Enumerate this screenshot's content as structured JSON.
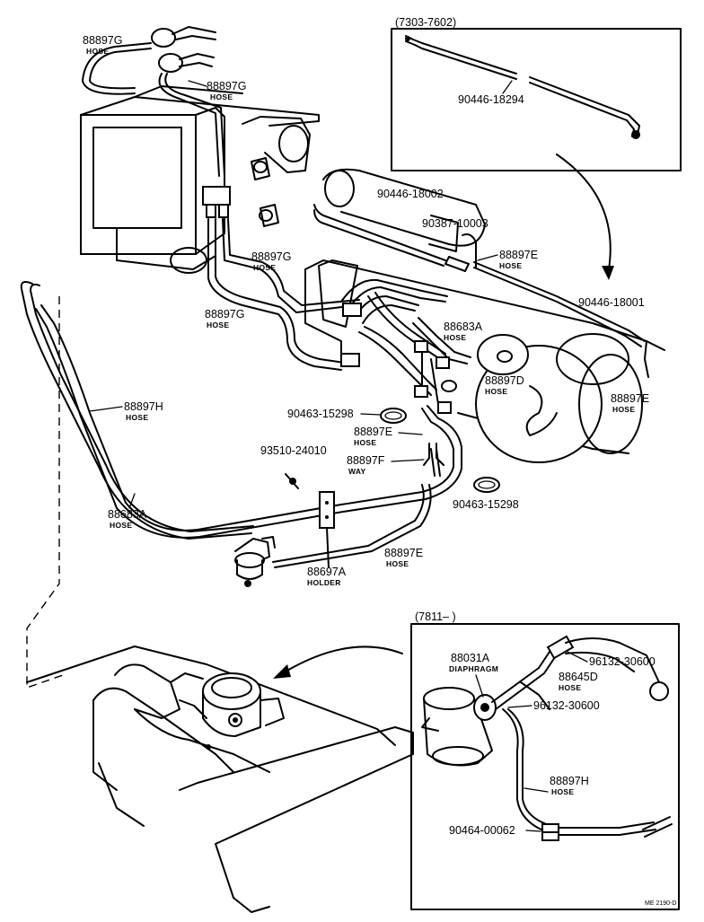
{
  "parts": [
    {
      "id": "p1",
      "number": "88897G",
      "desc": "HOSE"
    },
    {
      "id": "p2",
      "number": "88897G",
      "desc": "HOSE"
    },
    {
      "id": "p3",
      "number": "88897G",
      "desc": "HOSE"
    },
    {
      "id": "p4",
      "number": "88897G",
      "desc": "HOSE"
    },
    {
      "id": "p5",
      "number": "90446-18294",
      "desc": ""
    },
    {
      "id": "p6",
      "number": "90446-18002",
      "desc": ""
    },
    {
      "id": "p7",
      "number": "90387-10003",
      "desc": ""
    },
    {
      "id": "p8",
      "number": "88897E",
      "desc": "HOSE"
    },
    {
      "id": "p9",
      "number": "90446-18001",
      "desc": ""
    },
    {
      "id": "p10",
      "number": "88683A",
      "desc": "HOSE"
    },
    {
      "id": "p11",
      "number": "88897D",
      "desc": "HOSE"
    },
    {
      "id": "p12",
      "number": "88897E",
      "desc": "HOSE"
    },
    {
      "id": "p13",
      "number": "88897H",
      "desc": "HOSE"
    },
    {
      "id": "p14",
      "number": "90463-15298",
      "desc": ""
    },
    {
      "id": "p15",
      "number": "88897E",
      "desc": "HOSE"
    },
    {
      "id": "p16",
      "number": "93510-24010",
      "desc": ""
    },
    {
      "id": "p17",
      "number": "88897F",
      "desc": "WAY"
    },
    {
      "id": "p18",
      "number": "90463-15298",
      "desc": ""
    },
    {
      "id": "p19",
      "number": "88683A",
      "desc": "HOSE"
    },
    {
      "id": "p20",
      "number": "88897E",
      "desc": "HOSE"
    },
    {
      "id": "p21",
      "number": "88697A",
      "desc": "HOLDER"
    },
    {
      "id": "p22",
      "number": "88031A",
      "desc": "DIAPHRAGM"
    },
    {
      "id": "p23",
      "number": "96132-30600",
      "desc": ""
    },
    {
      "id": "p24",
      "number": "88645D",
      "desc": "HOSE"
    },
    {
      "id": "p25",
      "number": "96132-30600",
      "desc": ""
    },
    {
      "id": "p26",
      "number": "88897H",
      "desc": "HOSE"
    },
    {
      "id": "p27",
      "number": "90464-00062",
      "desc": ""
    }
  ],
  "insets": {
    "top_right": "(7303-7602)",
    "bottom_right": "(7811–      )"
  },
  "drawing_code": "ME 2190-D"
}
